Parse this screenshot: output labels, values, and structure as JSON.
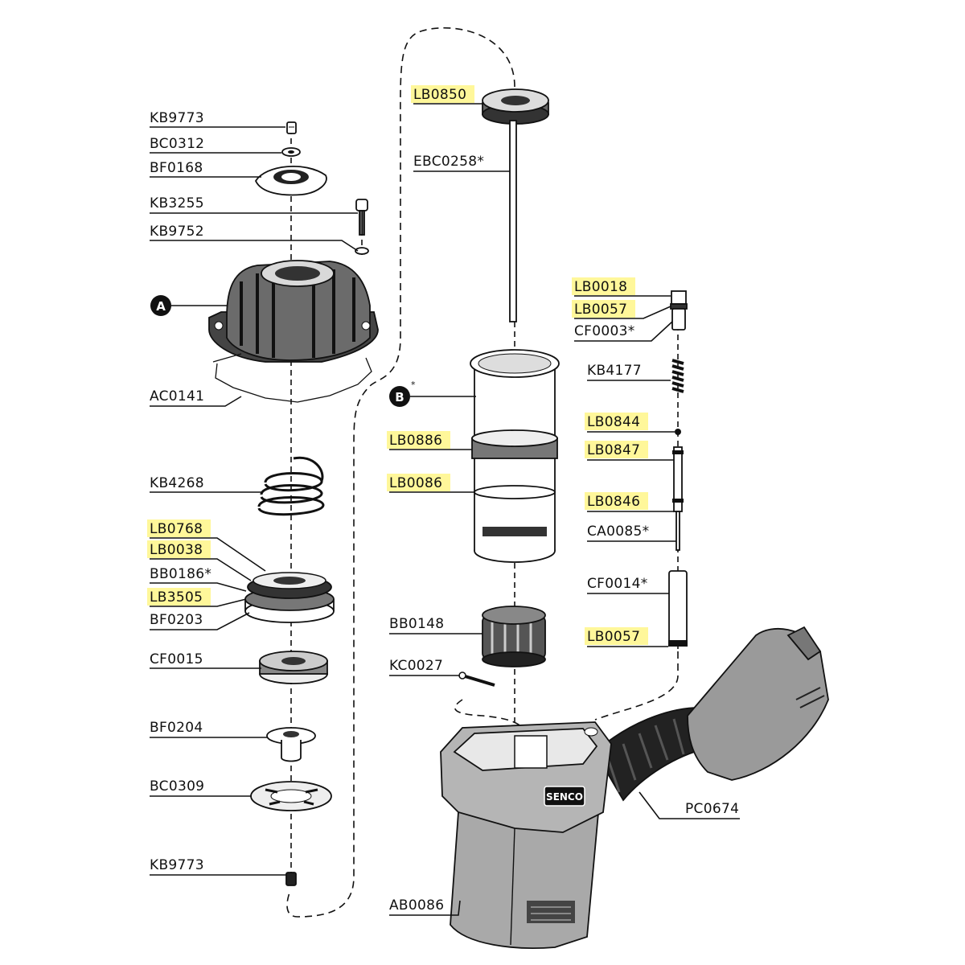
{
  "callouts": {
    "a": "A",
    "b": "B"
  },
  "parts": {
    "kb9773_top": "KB9773",
    "bc0312": "BC0312",
    "bf0168": "BF0168",
    "kb3255": "KB3255",
    "kb9752": "KB9752",
    "ac0141": "AC0141",
    "kb4268": "KB4268",
    "lb0768": "LB0768",
    "lb0038": "LB0038",
    "bb0186": "BB0186*",
    "lb3505": "LB3505",
    "bf0203": "BF0203",
    "cf0015": "CF0015",
    "bf0204": "BF0204",
    "bc0309": "BC0309",
    "kb9773_bottom": "KB9773",
    "lb0850": "LB0850",
    "ebc0258": "EBC0258*",
    "lb0886": "LB0886",
    "lb0086": "LB0086",
    "bb0148": "BB0148",
    "kc0027": "KC0027",
    "ab0086": "AB0086",
    "lb0018": "LB0018",
    "lb0057_top": "LB0057",
    "cf0003": "CF0003*",
    "kb4177": "KB4177",
    "lb0844": "LB0844",
    "lb0847": "LB0847",
    "lb0846": "LB0846",
    "ca0085": "CA0085*",
    "cf0014": "CF0014*",
    "lb0057_bottom": "LB0057",
    "pc0674": "PC0674"
  },
  "brand": "SENCO",
  "highlight_color": "#fff79a",
  "ink_color": "#111111",
  "housing_color": "#a9a9a9"
}
